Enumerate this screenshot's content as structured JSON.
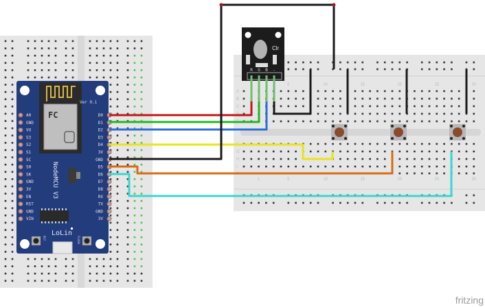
{
  "nodemcu": {
    "name": "NodeMCU V3",
    "brand": "LoLin",
    "version": "Ver 0.1",
    "rst_label": "RST",
    "flash_label": "FLASH",
    "left_pins": [
      "A0",
      "GND",
      "VU",
      "S3",
      "S2",
      "S1",
      "SC",
      "S0",
      "SK",
      "GND",
      "3V",
      "EN",
      "RST",
      "GND",
      "VIN"
    ],
    "right_pins": [
      "D0",
      "D1",
      "D2",
      "D3",
      "D4",
      "3V",
      "GND",
      "D5",
      "D6",
      "D7",
      "D8",
      "RX",
      "TX",
      "GND",
      "3V"
    ],
    "board_color": "#233c7c"
  },
  "rgb_module": {
    "label": "Clr",
    "pins": [
      "R",
      "G",
      "B",
      "-"
    ]
  },
  "breadboard": {
    "col_labels": [
      "1",
      "5",
      "10",
      "15",
      "20",
      "25",
      "30"
    ],
    "row_labels_top": [
      "A",
      "B",
      "C",
      "D",
      "E"
    ],
    "row_labels_bottom": [
      "F",
      "G",
      "H",
      "I",
      "J"
    ]
  },
  "wires": {
    "red": "#c01818",
    "green": "#22b822",
    "blue": "#2a6fd6",
    "yellow": "#e8e41a",
    "black": "#1a1a1a",
    "orange": "#d86c12",
    "cyan": "#3ad6d0"
  },
  "watermark": "fritzing"
}
